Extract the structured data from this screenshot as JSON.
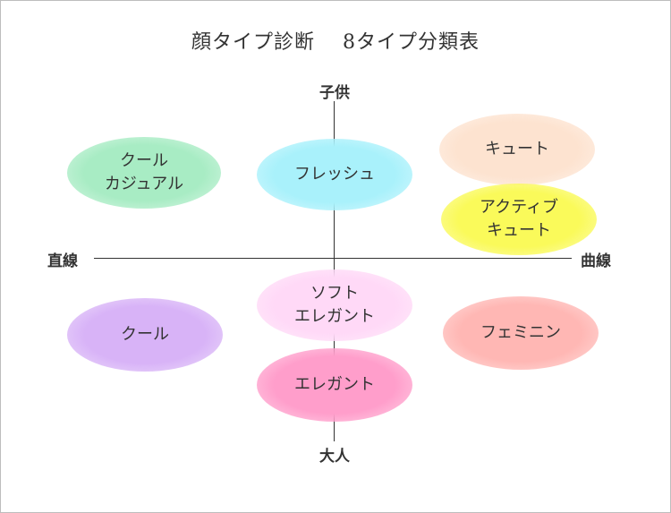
{
  "title": "顔タイプ診断　 8タイプ分類表",
  "axes": {
    "top": "子供",
    "bottom": "大人",
    "left": "直線",
    "right": "曲線"
  },
  "types": {
    "cool_casual": {
      "line1": "クール",
      "line2": "カジュアル",
      "color": "#a8ecc4"
    },
    "fresh": {
      "line1": "フレッシュ",
      "color": "#a9f1fb"
    },
    "cute": {
      "line1": "キュート",
      "color": "#fde3d0"
    },
    "active_cute": {
      "line1": "アクティブ",
      "line2": "キュート",
      "color": "#fafa5a"
    },
    "soft_elegant": {
      "line1": "ソフト",
      "line2": "エレガント",
      "color": "#ffd9f7"
    },
    "cool": {
      "line1": "クール",
      "color": "#d8b3f7"
    },
    "feminine": {
      "line1": "フェミニン",
      "color": "#ffb7b4"
    },
    "elegant": {
      "line1": "エレガント",
      "color": "#ff9ecb"
    }
  }
}
